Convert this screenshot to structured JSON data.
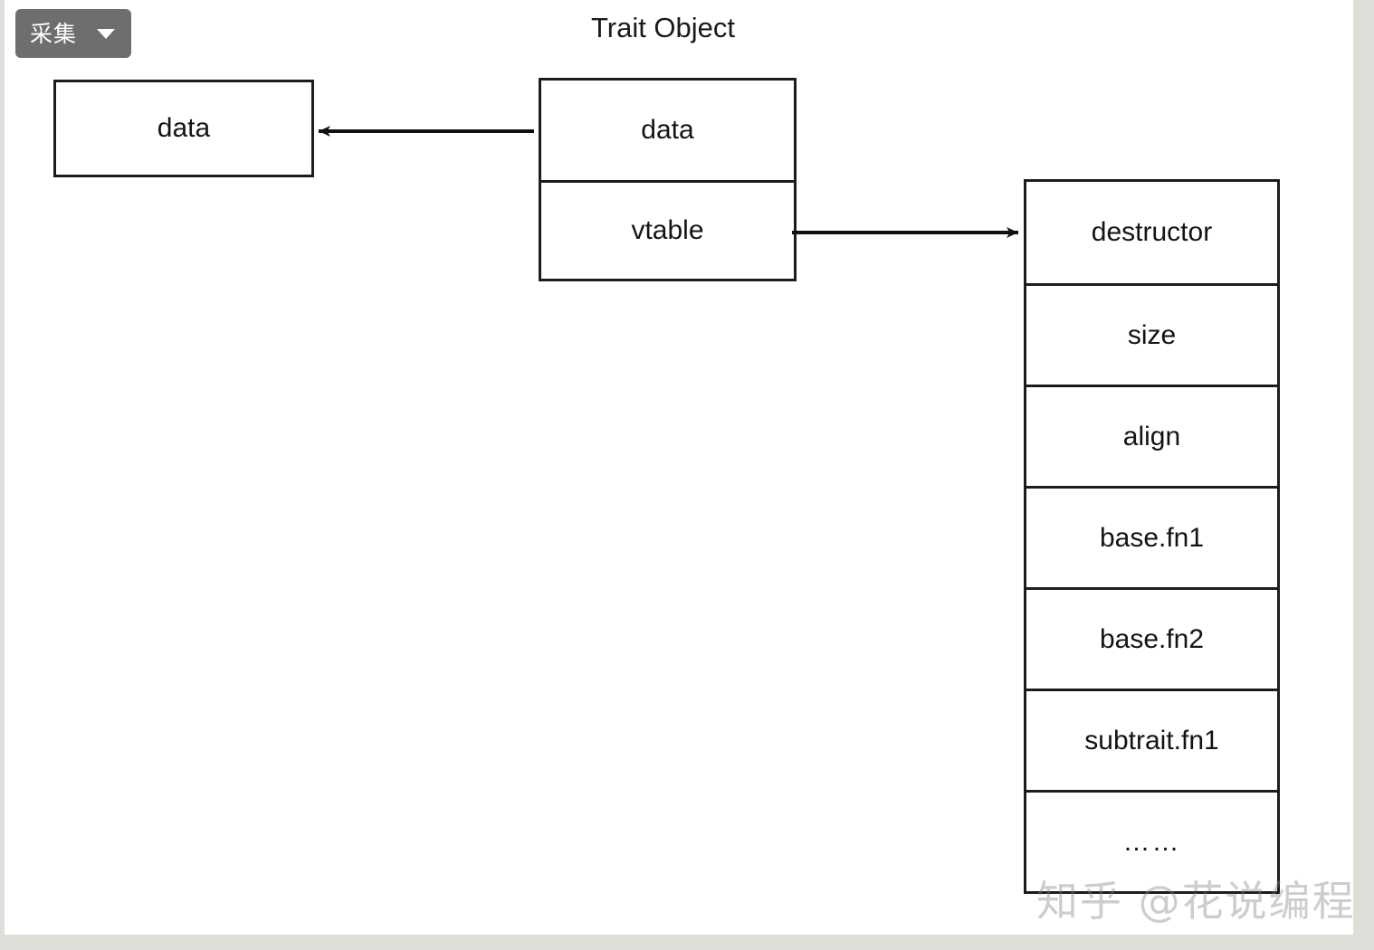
{
  "toolbar": {
    "collect_button_label": "采集",
    "collect_button_icon": "chevron-down-icon",
    "collect_button_color": "#6e6e6e"
  },
  "diagram": {
    "title": "Trait Object",
    "stroke_color": "#1c1c20",
    "background_color": "#ffffff",
    "page_margin_color": "#dfdfda",
    "left_box": {
      "label": "data"
    },
    "trait_object_box": {
      "cells": [
        {
          "label": "data"
        },
        {
          "label": "vtable"
        }
      ]
    },
    "vtable_box": {
      "cells": [
        {
          "label": "destructor"
        },
        {
          "label": "size"
        },
        {
          "label": "align"
        },
        {
          "label": "base.fn1"
        },
        {
          "label": "base.fn2"
        },
        {
          "label": "subtrait.fn1"
        },
        {
          "label": "……"
        }
      ]
    },
    "arrows": [
      {
        "name": "data-pointer-arrow",
        "from": "trait-object.data",
        "to": "left-data-box",
        "direction": "left"
      },
      {
        "name": "vtable-pointer-arrow",
        "from": "trait-object.vtable",
        "to": "vtable-destructor",
        "direction": "right"
      }
    ]
  },
  "watermark": {
    "text": "知乎 @花说编程"
  }
}
